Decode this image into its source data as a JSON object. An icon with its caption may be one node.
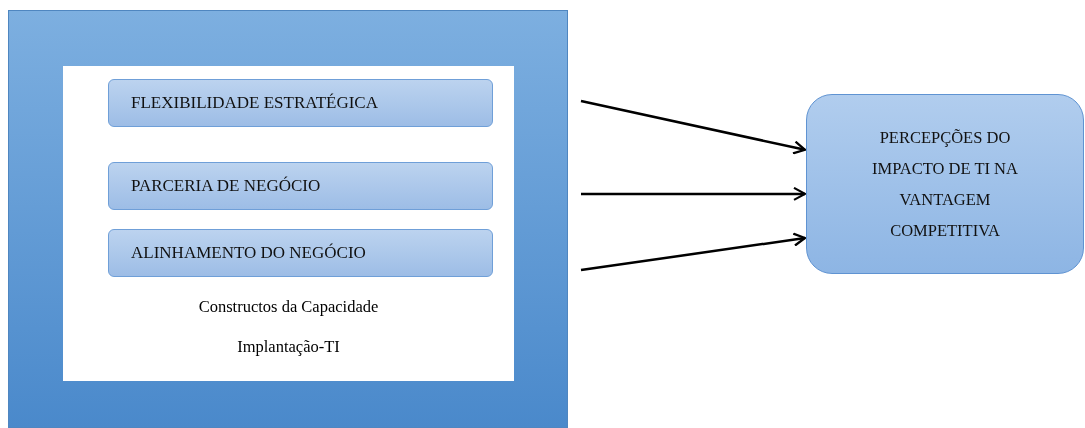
{
  "diagram": {
    "nodes": [
      {
        "text": [],
        "shape": "box"
      },
      {
        "text": [
          "Constructos da Capacidade Implantação-TI"
        ],
        "in": 0
      },
      {
        "text": [
          "FLEXIBILIDADE ESTRATÉGICA"
        ],
        "in": 1
      },
      {
        "text": [
          "PARCERIA DE NEGÓCIO"
        ],
        "in": 1
      },
      {
        "text": [
          "ALINHAMENTO DO NEGÓCIO"
        ],
        "in": 1
      },
      {
        "text": [
          "PERCEPÇÕES DO IMPACTO DE TI NA VANTAGEM COMPETITIVA"
        ]
      }
    ],
    "edges": [
      {
        "from": 0,
        "to": 5,
        "arrow": "to"
      },
      {
        "from": 0,
        "to": 5,
        "arrow": "to"
      },
      {
        "from": 0,
        "to": 5,
        "arrow": "to"
      }
    ]
  }
}
